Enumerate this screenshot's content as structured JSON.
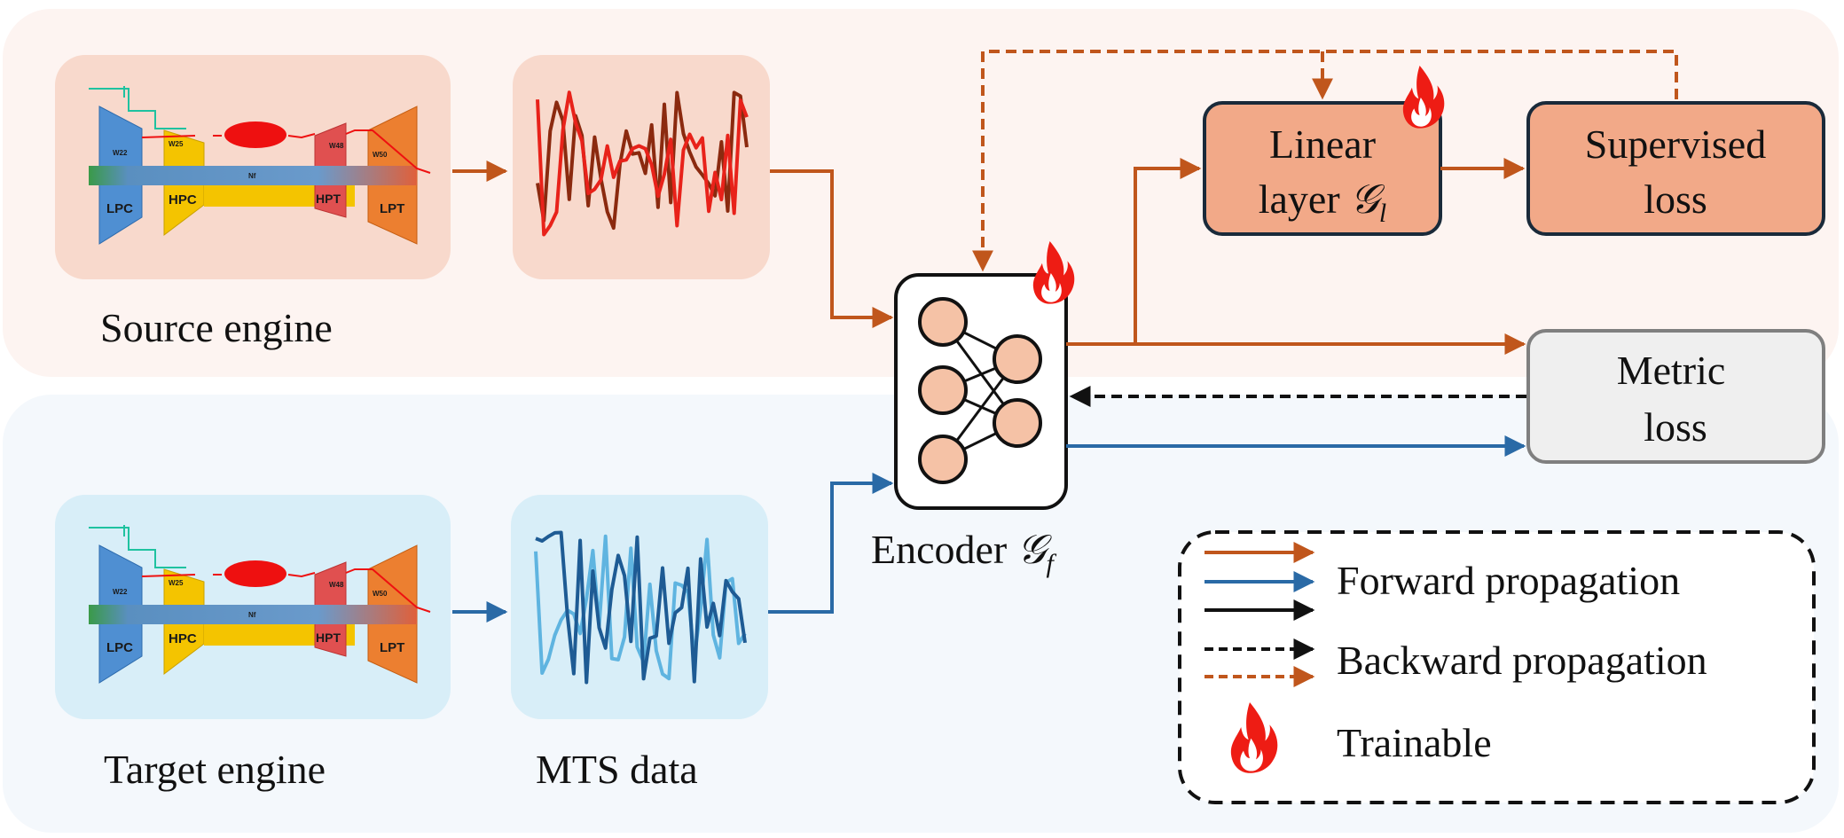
{
  "source": {
    "label": "Source engine",
    "engine": {
      "lpc": "LPC",
      "hpc": "HPC",
      "hpt": "HPT",
      "lpt": "LPT",
      "w22": "W22",
      "w25": "W25",
      "w48": "W48",
      "w50": "W50",
      "nf": "Nf"
    }
  },
  "target": {
    "label": "Target engine",
    "engine": {
      "lpc": "LPC",
      "hpc": "HPC",
      "hpt": "HPT",
      "lpt": "LPT",
      "w22": "W22",
      "w25": "W25",
      "w48": "W48",
      "w50": "W50",
      "nf": "Nf"
    }
  },
  "mts": {
    "label": "MTS data"
  },
  "encoder": {
    "label": "Encoder ",
    "symbol": "𝒢",
    "sub": "f"
  },
  "linear": {
    "line1": "Linear",
    "line2": "layer ",
    "symbol": "𝒢",
    "sub": "l"
  },
  "supervised": {
    "line1": "Supervised",
    "line2": "loss"
  },
  "metric": {
    "line1": "Metric",
    "line2": "loss"
  },
  "legend": {
    "forward": "Forward propagation",
    "backward": "Backward propagation",
    "trainable": "Trainable"
  },
  "colors": {
    "source_bg": "#fdf4f1",
    "target_bg": "#f4f8fc",
    "source_card": "#f8d9cc",
    "target_card": "#d8eef8",
    "orange": "#c0561c",
    "blue": "#2a6aa6",
    "light_blue": "#5fb4e0",
    "dark_red": "#8b2a0f",
    "red": "#e8221a",
    "node": "#f5c2a6",
    "box_orange": "#f2a988",
    "box_grey": "#efefef"
  }
}
